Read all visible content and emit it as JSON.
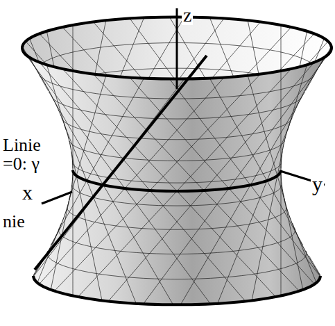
{
  "diagram": {
    "labels": [
      "Linie",
      "=0: γ",
      "z",
      "x",
      "y",
      "nie"
    ]
  }
}
